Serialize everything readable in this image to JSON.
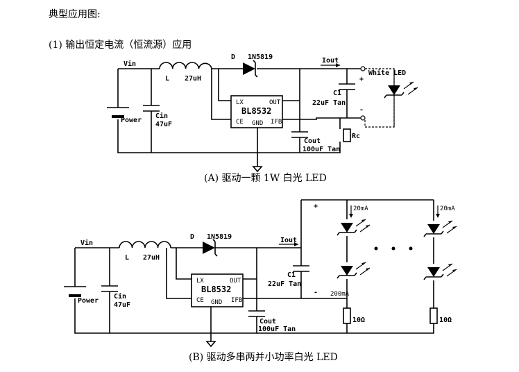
{
  "heading": "典型应用图:",
  "subheading": "(1) 输出恒定电流（恒流源）应用",
  "circuit_a": {
    "vin": "Vin",
    "inductor_l": "L",
    "inductor_value": "27uH",
    "diode_d": "D",
    "diode_part": "1N5819",
    "iout": "Iout",
    "ic_name": "BL8532",
    "pin_lx": "LX",
    "pin_out": "OUT",
    "pin_ce": "CE",
    "pin_gnd": "GND",
    "pin_ifb": "IFB",
    "power": "Power",
    "cin": "Cin",
    "cin_value": "47uF",
    "c1": "C1",
    "c1_value": "22uF Tan",
    "cout": "Cout",
    "cout_value": "100uF Tan",
    "rc": "Rc",
    "plus": "+",
    "minus": "-",
    "white_led": "White LED",
    "caption": "(A) 驱动一颗 1W 白光 LED"
  },
  "circuit_b": {
    "vin": "Vin",
    "inductor_l": "L",
    "inductor_value": "27uH",
    "diode_d": "D",
    "diode_part": "1N5819",
    "iout": "Iout",
    "ic_name": "BL8532",
    "pin_lx": "LX",
    "pin_out": "OUT",
    "pin_ce": "CE",
    "pin_gnd": "GND",
    "pin_ifb": "IFB",
    "power": "Power",
    "cin": "Cin",
    "cin_value": "47uF",
    "c1": "C1",
    "c1_value": "22uF Tan",
    "cout": "Cout",
    "cout_value": "100uF Tan",
    "plus": "+",
    "minus": "-",
    "current_left": "20mA",
    "current_right": "20mA",
    "current_total": "200mA",
    "r_left": "10Ω",
    "r_right": "10Ω",
    "caption": "(B) 驱动多串两并小功率白光 LED"
  }
}
